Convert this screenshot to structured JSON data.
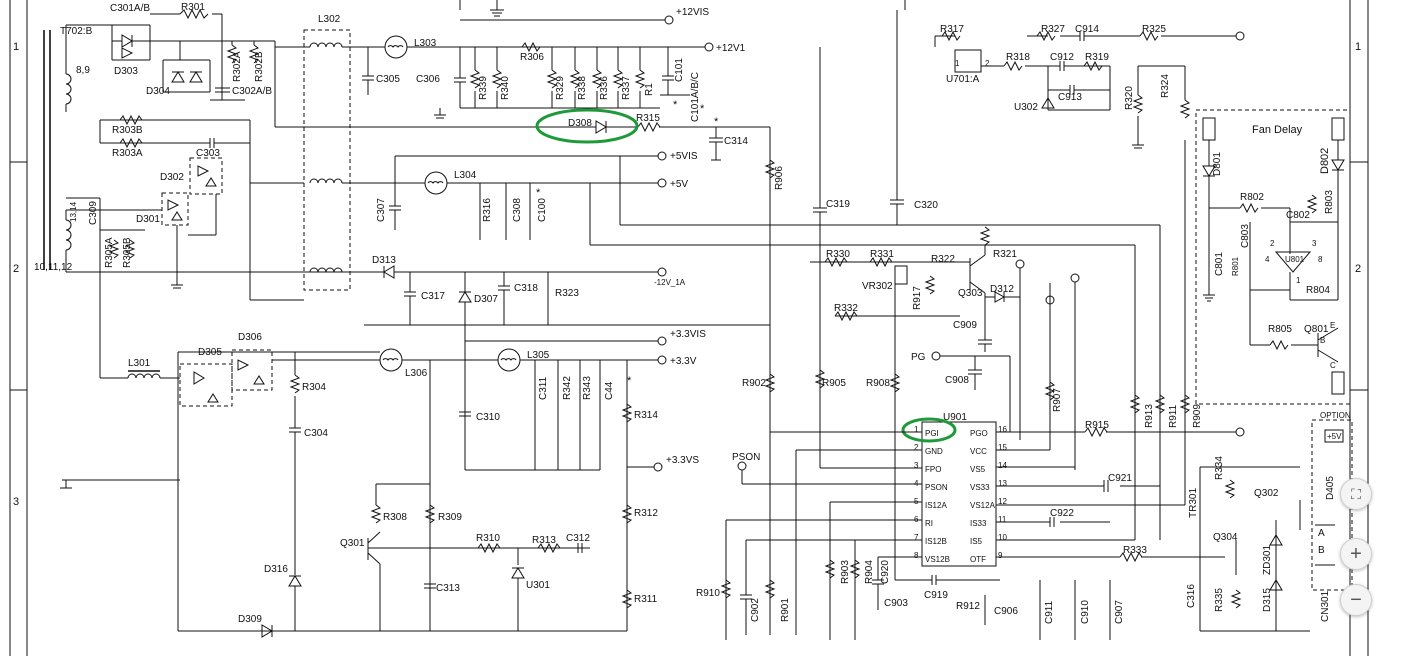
{
  "labels": {
    "T702": "T702:B",
    "C301": "C301A/B",
    "R301": "R301",
    "D303": "D303",
    "D304": "D304",
    "R302A": "R302A",
    "R302B": "R302B",
    "C302": "C302A/B",
    "R303B": "R303B",
    "R303A": "R303A",
    "C303": "C303",
    "D302": "D302",
    "D301": "D301",
    "C309": "C309",
    "R305A": "R305A",
    "R305B": "R305B",
    "L302": "L302",
    "L303": "L303",
    "C305": "C305",
    "C306": "C306",
    "R339": "R339",
    "R340": "R340",
    "R306": "R306",
    "R329": "R329",
    "R338": "R338",
    "R336": "R336",
    "R337": "R337",
    "R1": "R1",
    "C101": "C101",
    "C101ABC": "C101A/B/C",
    "V12VIS": "+12VIS",
    "V12V1": "+12V1",
    "D308": "D308",
    "R315": "R315",
    "C314": "C314",
    "V5VIS": "+5VIS",
    "V5V": "+5V",
    "L304": "L304",
    "C307": "C307",
    "R316": "R316",
    "C308": "C308",
    "C100": "C100",
    "D313": "D313",
    "C317": "C317",
    "D307": "D307",
    "C318": "C318",
    "R323": "R323",
    "V12V1A": "-12V_1A",
    "V33VIS": "+3.3VIS",
    "V33V": "+3.3V",
    "L301": "L301",
    "D305": "D305",
    "D306": "D306",
    "R304": "R304",
    "L306": "L306",
    "L305": "L305",
    "C310": "C310",
    "C311": "C311",
    "R342": "R342",
    "R343": "R343",
    "C44": "C44",
    "R314": "R314",
    "C304": "C304",
    "V33VS": "+3.3VS",
    "R308": "R308",
    "R309": "R309",
    "Q301": "Q301",
    "R310": "R310",
    "R313": "R313",
    "C312": "C312",
    "U301": "U301",
    "C313": "C313",
    "R312": "R312",
    "R311": "R311",
    "D316": "D316",
    "D309": "D309",
    "R906": "R906",
    "C319": "C319",
    "C320": "C320",
    "R330": "R330",
    "R331": "R331",
    "R322": "R322",
    "VR302": "VR302",
    "R917": "R917",
    "R332": "R332",
    "R321": "R321",
    "Q303": "Q303",
    "D312": "D312",
    "C909": "C909",
    "R902": "R902",
    "R905": "R905",
    "R908": "R908",
    "PG": "PG",
    "C908": "C908",
    "U901": "U901",
    "PSON": "PSON",
    "R907": "R907",
    "R915": "R915",
    "R913": "R913",
    "R911": "R911",
    "R909": "R909",
    "C921": "C921",
    "C922": "C922",
    "R333": "R333",
    "R910": "R910",
    "C902": "C902",
    "R901": "R901",
    "R903": "R903",
    "R904": "R904",
    "C920": "C920",
    "C903": "C903",
    "C919": "C919",
    "R912": "R912",
    "C906": "C906",
    "C911": "C911",
    "C910": "C910",
    "C907": "C907",
    "R317": "R317",
    "U701": "U701:A",
    "R318": "R318",
    "R327": "R327",
    "C914": "C914",
    "R325": "R325",
    "C912": "C912",
    "R319": "R319",
    "C913": "C913",
    "U302": "U302",
    "R320": "R320",
    "R324": "R324",
    "FanDelay": "Fan Delay",
    "D801": "D801",
    "D802": "D802",
    "R802": "R802",
    "R803": "R803",
    "C802": "C802",
    "C803": "C803",
    "C801": "C801",
    "R801": "R801",
    "U801": "U801",
    "R804": "R804",
    "R805": "R805",
    "Q801": "Q801",
    "OPTION": "OPTION",
    "P5V": "+5V",
    "R334": "R334",
    "Q302": "Q302",
    "D405": "D405",
    "TR301": "TR301",
    "Q304": "Q304",
    "ZD301": "ZD301",
    "R335": "R335",
    "C316": "C316",
    "D315": "D315",
    "CN301": "CN301",
    "wind1": "8,9",
    "wind2": "13,14",
    "wind3": "10,11,12",
    "pinA": "A",
    "pinB": "B",
    "pinE": "E",
    "pinBq": "B",
    "pinC": "C",
    "ast": "*",
    "row1": "1",
    "row2": "2",
    "row3": "3",
    "pin1": "1",
    "pin2": "2",
    "pin3": "3",
    "pin4": "4",
    "pin8": "8",
    "u801p2": "2",
    "u801p3": "3",
    "u801p1": "1"
  },
  "u901_pins": [
    {
      "num": "1",
      "name": "PGI"
    },
    {
      "num": "2",
      "name": "GND"
    },
    {
      "num": "3",
      "name": "FPO"
    },
    {
      "num": "4",
      "name": "PSON"
    },
    {
      "num": "5",
      "name": "IS12A"
    },
    {
      "num": "6",
      "name": "RI"
    },
    {
      "num": "7",
      "name": "IS12B"
    },
    {
      "num": "8",
      "name": "VS12B"
    },
    {
      "num": "16",
      "name": "PGO"
    },
    {
      "num": "15",
      "name": "VCC"
    },
    {
      "num": "14",
      "name": "VS5"
    },
    {
      "num": "13",
      "name": "VS33"
    },
    {
      "num": "12",
      "name": "VS12A"
    },
    {
      "num": "11",
      "name": "IS33"
    },
    {
      "num": "10",
      "name": "IS5"
    },
    {
      "num": "9",
      "name": "OTF"
    }
  ],
  "zoom": {
    "fit_icon": "fit-screen-icon",
    "in_icon": "zoom-in-icon",
    "out_icon": "zoom-out-icon",
    "in_label": "+",
    "out_label": "−"
  },
  "colors": {
    "highlight": "#1f9a3a",
    "wire": "#111111"
  }
}
